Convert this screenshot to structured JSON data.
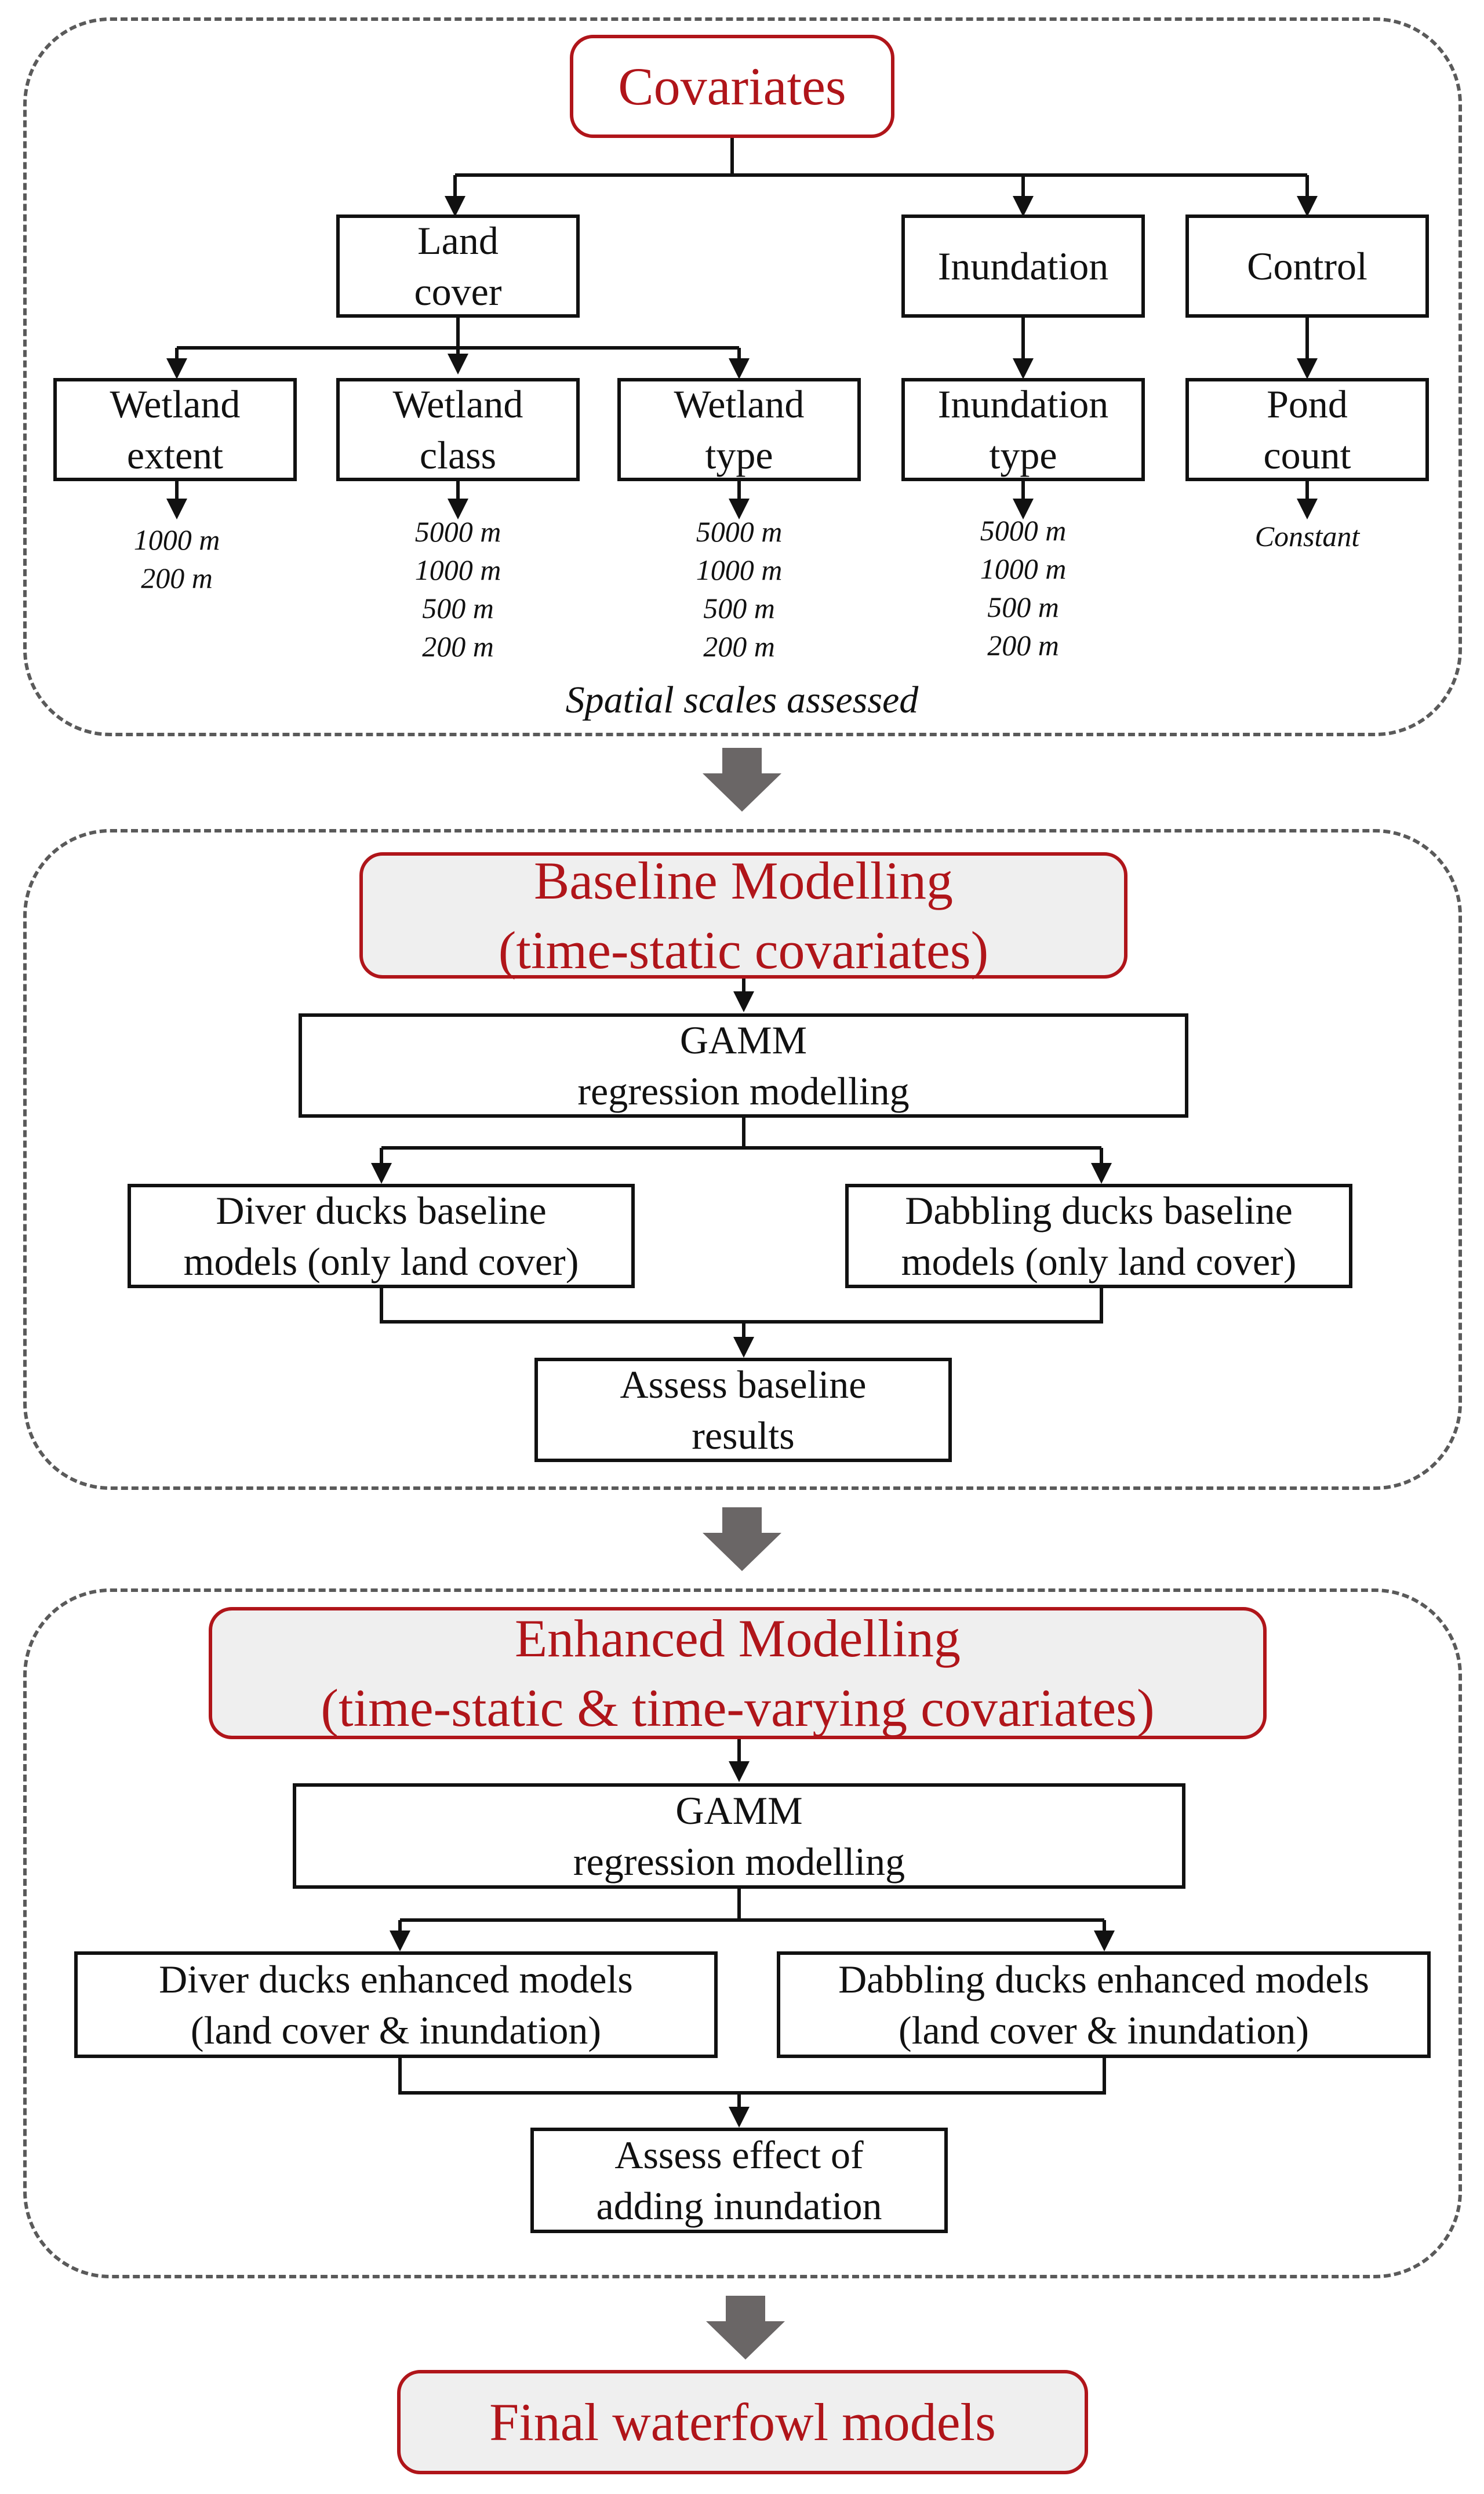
{
  "colors": {
    "accent": "#b0151a",
    "title_fill": "#efefef",
    "dash": "#5a5a5a",
    "arrow": "#6a6666"
  },
  "covariates": {
    "title": "Covariates",
    "categories": {
      "land_cover": "Land\ncover",
      "inundation": "Inundation",
      "control": "Control"
    },
    "leaves": {
      "wetland_extent": "Wetland\nextent",
      "wetland_class": "Wetland\nclass",
      "wetland_type": "Wetland\ntype",
      "inundation_type": "Inundation\ntype",
      "pond_count": "Pond\ncount"
    },
    "scales": {
      "wetland_extent": "1000 m\n200 m",
      "wetland_class": "5000 m\n1000 m\n500 m\n200 m",
      "wetland_type": "5000 m\n1000 m\n500 m\n200 m",
      "inundation_type": "5000 m\n1000 m\n500 m\n200 m",
      "pond_count": "Constant"
    },
    "caption": "Spatial scales assessed"
  },
  "baseline": {
    "title": "Baseline Modelling\n(time-static covariates)",
    "gamm": "GAMM\nregression modelling",
    "diver": "Diver ducks baseline\nmodels (only land cover)",
    "dabbling": "Dabbling ducks baseline\nmodels (only land cover)",
    "assess": "Assess baseline\nresults"
  },
  "enhanced": {
    "title": "Enhanced Modelling\n(time-static & time-varying covariates)",
    "gamm": "GAMM\nregression modelling",
    "diver": "Diver ducks enhanced models\n(land cover & inundation)",
    "dabbling": "Dabbling ducks enhanced models\n(land cover & inundation)",
    "assess": "Assess effect of\nadding inundation"
  },
  "final": {
    "title": "Final waterfowl models"
  }
}
